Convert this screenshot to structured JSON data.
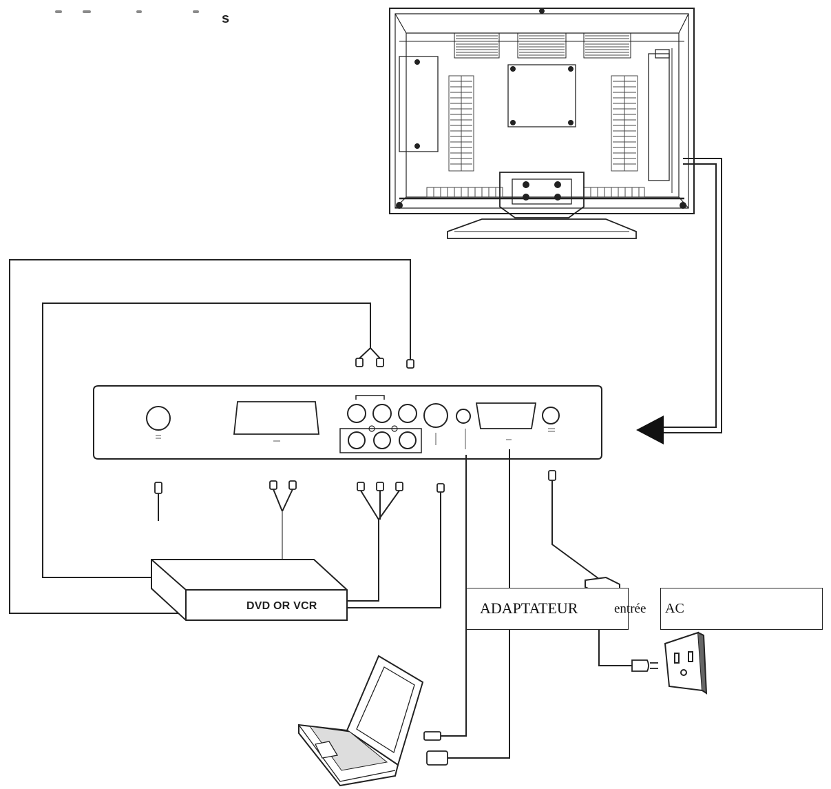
{
  "heading": {
    "text": "s"
  },
  "device": {
    "name": "DVD OR VCR"
  },
  "labels": {
    "adapter": "ADAPTATEUR",
    "input": "entrée",
    "ac": "AC"
  },
  "arrow": {
    "direction": "left"
  }
}
